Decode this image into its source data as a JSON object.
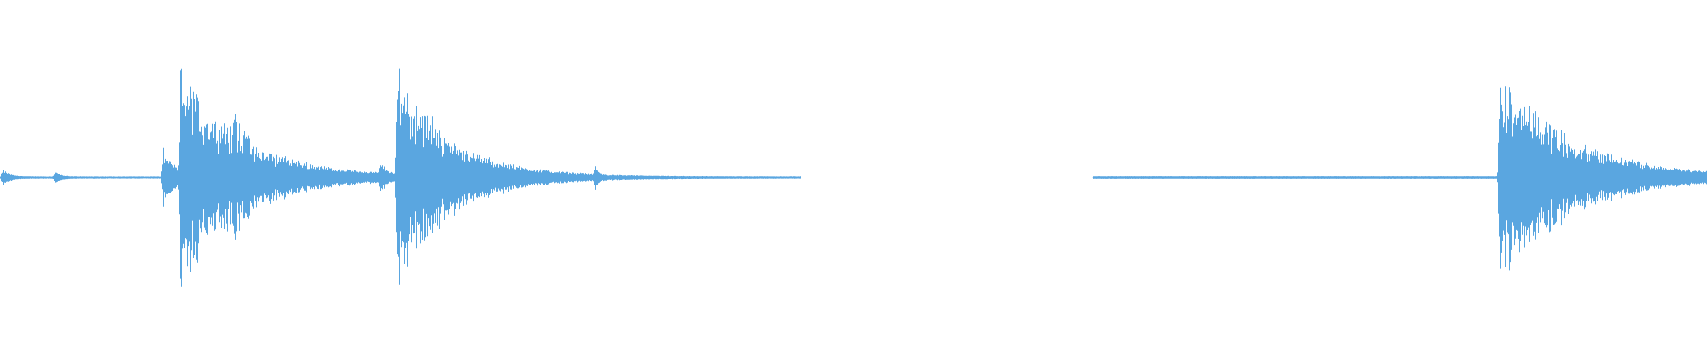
{
  "waveform": {
    "color": "#5aa6e0",
    "background": "#ffffff",
    "bursts": [
      {
        "start": 0.0,
        "peak": 0.06,
        "decay": 0.004,
        "level": 0.12
      },
      {
        "start": 0.031,
        "peak": 0.04,
        "decay": 0.003,
        "level": 0.1
      },
      {
        "start": 0.094,
        "peak": 0.28,
        "decay": 0.006,
        "level": 0.3
      },
      {
        "start": 0.104,
        "peak": 0.98,
        "decay": 0.035,
        "level": 1.0
      },
      {
        "start": 0.135,
        "peak": 0.62,
        "decay": 0.018,
        "level": 0.7
      },
      {
        "start": 0.221,
        "peak": 0.14,
        "decay": 0.005,
        "level": 0.18
      },
      {
        "start": 0.231,
        "peak": 0.99,
        "decay": 0.03,
        "level": 1.0
      },
      {
        "start": 0.277,
        "peak": 0.08,
        "decay": 0.008,
        "level": 0.1
      },
      {
        "start": 0.316,
        "peak": 0.05,
        "decay": 0.003,
        "level": 0.08
      },
      {
        "start": 0.347,
        "peak": 0.1,
        "decay": 0.003,
        "level": 0.12
      },
      {
        "start": 0.877,
        "peak": 0.96,
        "decay": 0.04,
        "level": 1.0
      }
    ],
    "segments": [
      {
        "from": 0.0,
        "to": 0.469,
        "noise": 0.012
      },
      {
        "from": 0.64,
        "to": 1.0,
        "noise": 0.014
      }
    ]
  }
}
